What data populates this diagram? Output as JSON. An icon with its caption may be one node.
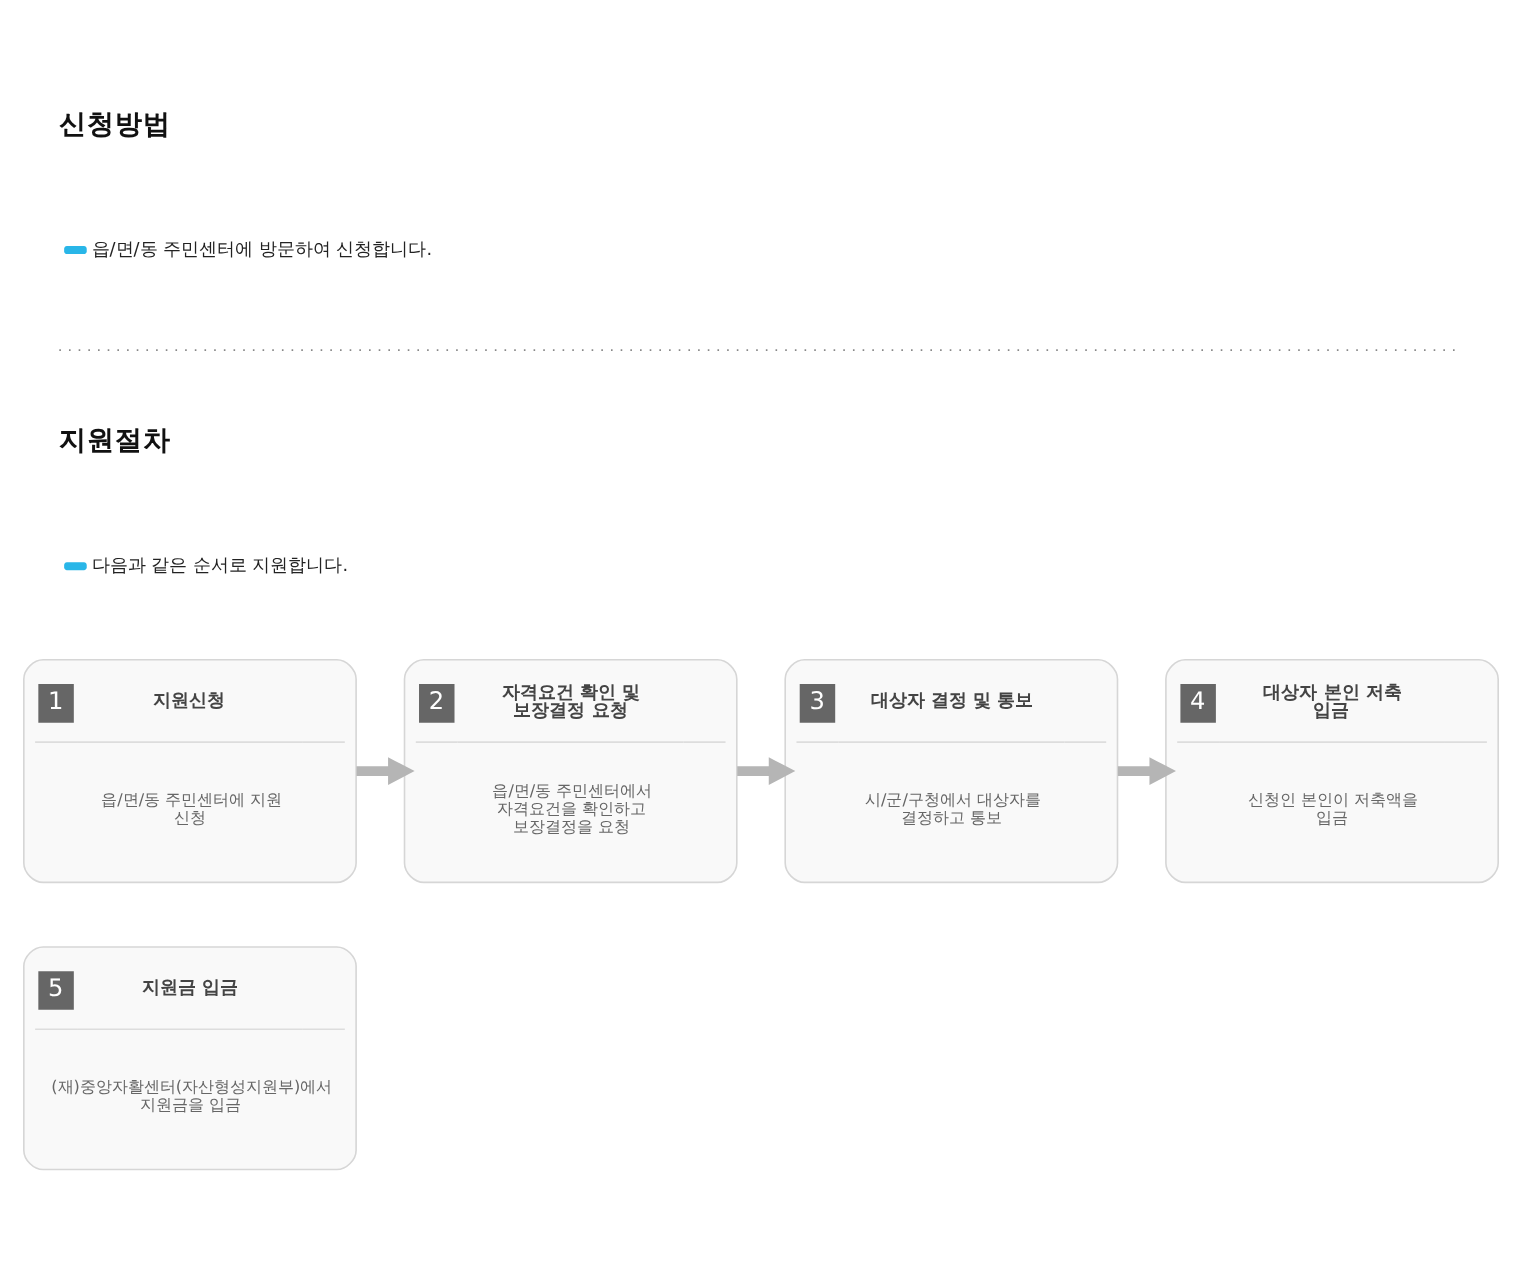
{
  "diagram": {
    "nodes": [
      {
        "text": [
          "1",
          "지원신청",
          "읍/면/동 주민센터에 지원 신청"
        ]
      },
      {
        "text": [
          "2",
          "자격요건 확인 및 보장결정 요청",
          "읍/면/동 주민센터에서 자격요건을 확인하고 보장결정을 요청"
        ]
      },
      {
        "text": [
          "3",
          "대상자 결정 및 통보",
          "시/군/구청에서 대상자를 결정하고 통보"
        ]
      },
      {
        "text": [
          "4",
          "대상자 본인 저축 입금",
          "신청인 본인이 저축액을 입금"
        ]
      },
      {
        "text": [
          "5",
          "지원금 입금",
          "(재)중앙자활센터(자산형성지원부)에서 지원금을 입금"
        ]
      }
    ],
    "edges": [
      {
        "from": 0,
        "to": 1,
        "arrow": "to"
      },
      {
        "from": 1,
        "to": 2,
        "arrow": "to"
      },
      {
        "from": 2,
        "to": 3,
        "arrow": "to"
      }
    ],
    "labels": [
      "신청방법",
      "읍/면/동 주민센터에 방문하여 신청합니다.",
      "지원절차",
      "다음과 같은 순서로 지원합니다."
    ]
  }
}
